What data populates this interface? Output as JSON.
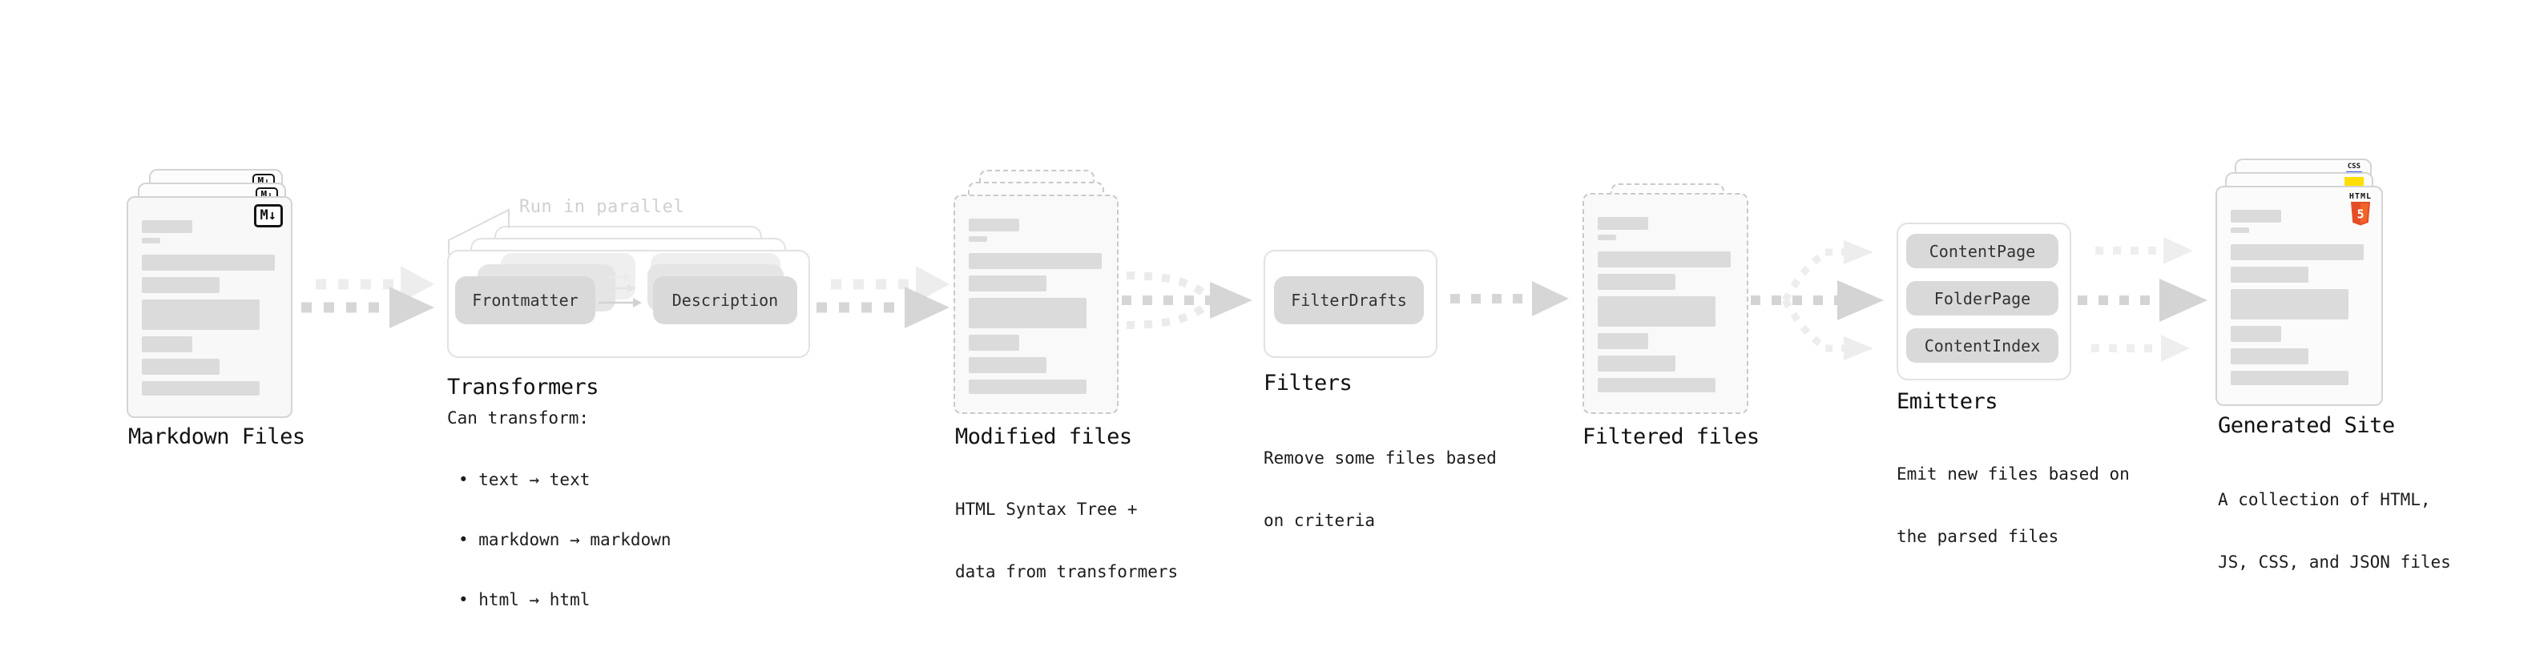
{
  "markdown_files": {
    "title": "Markdown Files",
    "badge": "M↓"
  },
  "transformers": {
    "annotation": "Run in parallel",
    "pill_front": "Frontmatter",
    "pill_back": "Description",
    "title": "Transformers",
    "subtitle": "Can transform:",
    "bullets": [
      "• text → text",
      "• markdown → markdown",
      "• html → html"
    ]
  },
  "modified_files": {
    "title": "Modified files",
    "desc": [
      "HTML Syntax Tree +",
      "data from transformers"
    ]
  },
  "filters": {
    "pill": "FilterDrafts",
    "title": "Filters",
    "desc": [
      "Remove some files based",
      "on criteria"
    ]
  },
  "filtered_files": {
    "title": "Filtered files"
  },
  "emitters": {
    "pills": [
      "ContentPage",
      "FolderPage",
      "ContentIndex"
    ],
    "title": "Emitters",
    "desc": [
      "Emit new files based on",
      "the parsed files"
    ]
  },
  "generated_site": {
    "title": "Generated Site",
    "desc": [
      "A collection of HTML,",
      "JS, CSS, and JSON files"
    ],
    "css_badge": "CSS",
    "html_badge": "HTML",
    "html_number": "5"
  },
  "colors": {
    "html_orange": "#e44d26",
    "html_orange_light": "#f16529",
    "js_yellow": "#ffdf00",
    "css_blue": "#2965f1",
    "arrow_medium": "#d5d5d5",
    "arrow_light": "#ececec"
  }
}
